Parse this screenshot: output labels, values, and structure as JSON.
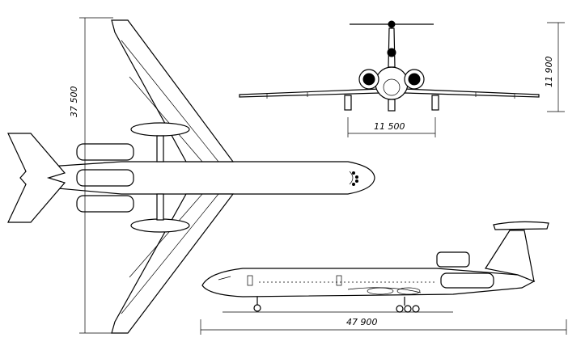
{
  "dimensions": {
    "wingspan": "37 500",
    "height": "11 900",
    "track": "11 500",
    "length": "47 900"
  },
  "views": {
    "top": "top-view",
    "front": "front-view",
    "side": "side-view"
  }
}
